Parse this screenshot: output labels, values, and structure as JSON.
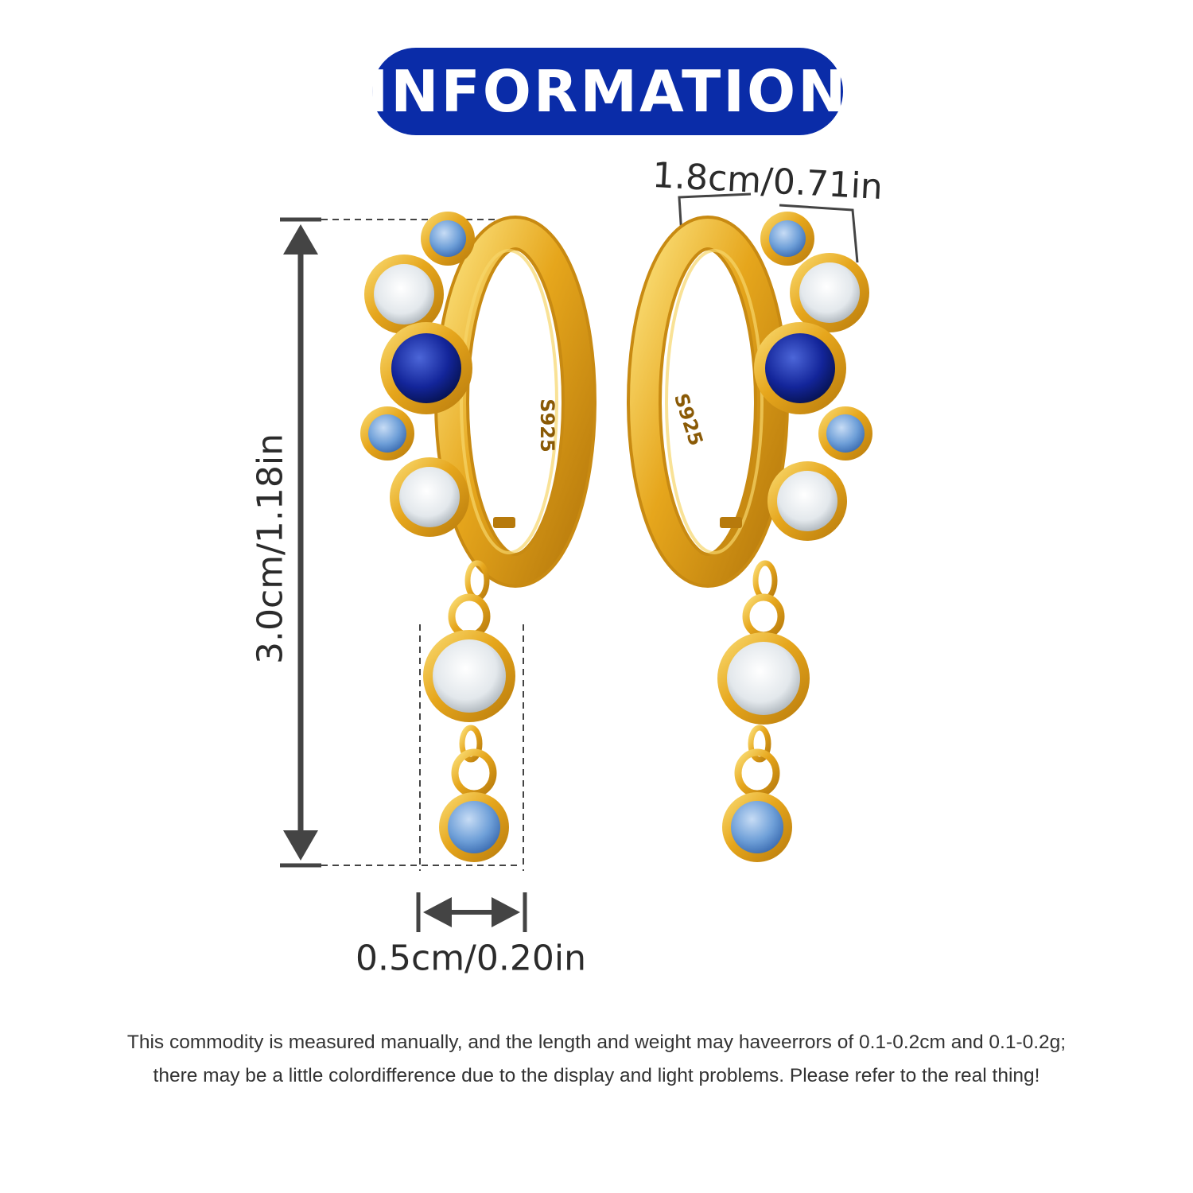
{
  "banner": {
    "title": "INFORMATION"
  },
  "dimensions": {
    "height_label": "3.0cm/1.18in",
    "top_width_label": "1.8cm/0.71in",
    "drop_width_label": "0.5cm/0.20in"
  },
  "hallmark": "S925",
  "disclaimer": {
    "line1": "This commodity is measured manually, and the length and weight may haveerrors of 0.1-0.2cm and 0.1-0.2g;",
    "line2": "there may be a little colordifference due to the display and light problems. Please refer to the real thing!"
  },
  "colors": {
    "banner": "#0a2ca8",
    "gold": "#e2a51f",
    "sapphire": "#0c1f8a",
    "light_blue_stone": "#6e9fd8",
    "clear_stone": "#e9eef2",
    "measure_lines": "#444444"
  },
  "icons": [
    "arrow-vertical-icon",
    "arrow-horizontal-icon"
  ]
}
